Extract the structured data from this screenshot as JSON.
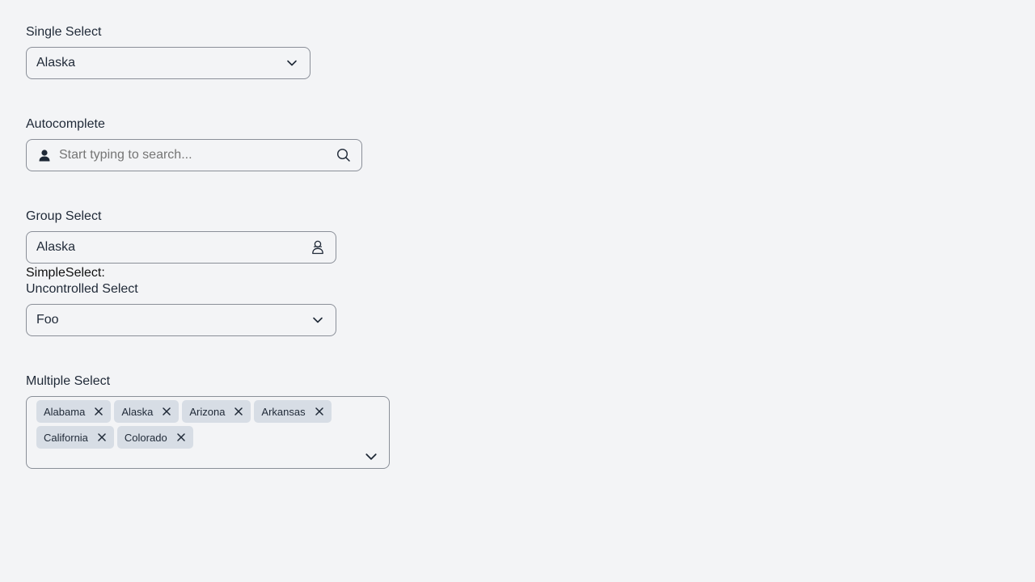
{
  "single_select": {
    "label": "Single Select",
    "value": "Alaska",
    "icon": "chevron-down-icon"
  },
  "autocomplete": {
    "label": "Autocomplete",
    "placeholder": "Start typing to search...",
    "lead_icon": "user-icon",
    "trail_icon": "search-icon"
  },
  "group_select": {
    "label": "Group Select",
    "value": "Alaska",
    "icon": "user-icon"
  },
  "simple_select_heading": "SimpleSelect:",
  "uncontrolled_select": {
    "label": "Uncontrolled Select",
    "value": "Foo",
    "icon": "chevron-down-icon"
  },
  "multiple_select": {
    "label": "Multiple Select",
    "chips": [
      "Alabama",
      "Alaska",
      "Arizona",
      "Arkansas",
      "California",
      "Colorado"
    ],
    "chip_icon": "close-icon",
    "icon": "chevron-down-icon"
  },
  "colors": {
    "background": "#f3f4f6",
    "border": "#8a8f98",
    "chip": "#d7dde5"
  }
}
